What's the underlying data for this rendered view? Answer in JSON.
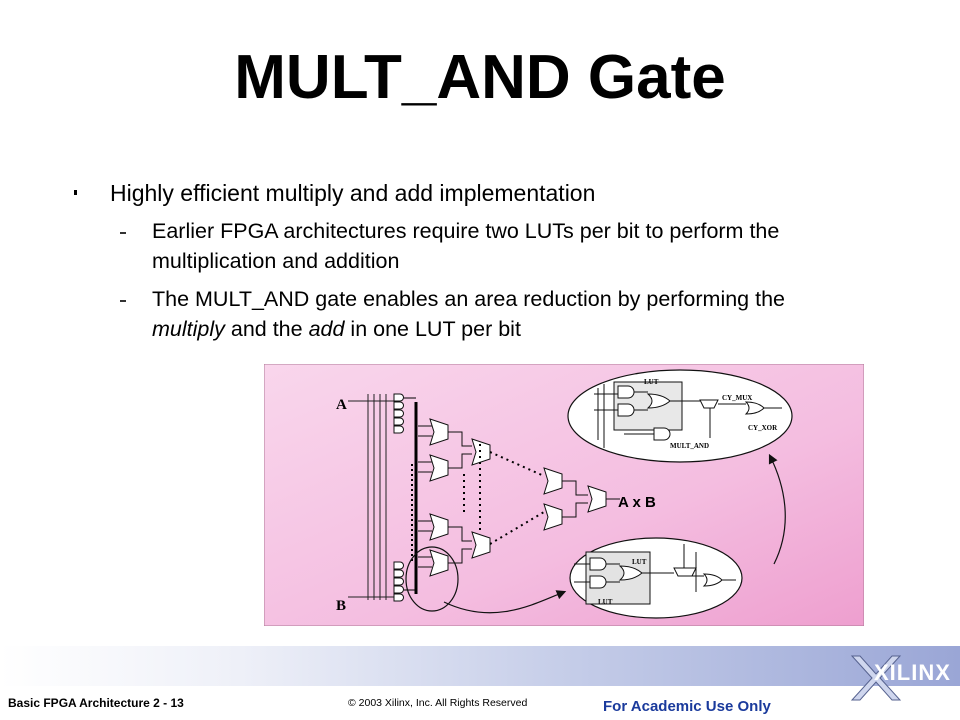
{
  "slide": {
    "title": "MULT_AND Gate",
    "bullets": [
      {
        "text": "Highly efficient multiply and add implementation"
      }
    ],
    "subbullets": [
      {
        "text": "Earlier FPGA architectures require two LUTs per bit to perform the multiplication and addition"
      },
      {
        "pre": "The MULT_AND gate enables an area reduction by performing the ",
        "em1": "multiply",
        "mid": " and the ",
        "em2": "add",
        "post": " in one LUT per bit"
      }
    ]
  },
  "figure": {
    "label_a": "A",
    "label_b": "B",
    "label_axb": "A x B",
    "top_lut": "LUT",
    "cy_mux": "CY_MUX",
    "cy_xor": "CY_XOR",
    "mult_and": "MULT_AND",
    "bottom_lut_inner": "LUT",
    "bottom_lut_outer": "LUT",
    "colors": {
      "panel": "#f6c3e2",
      "accent": "#e070b4"
    }
  },
  "footer": {
    "left": "Basic FPGA Architecture  2 - 13",
    "mid": "© 2003 Xilinx, Inc. All Rights Reserved",
    "right": "For Academic Use Only",
    "logo": "XILINX",
    "logo_icon": "xilinx-x-icon"
  }
}
